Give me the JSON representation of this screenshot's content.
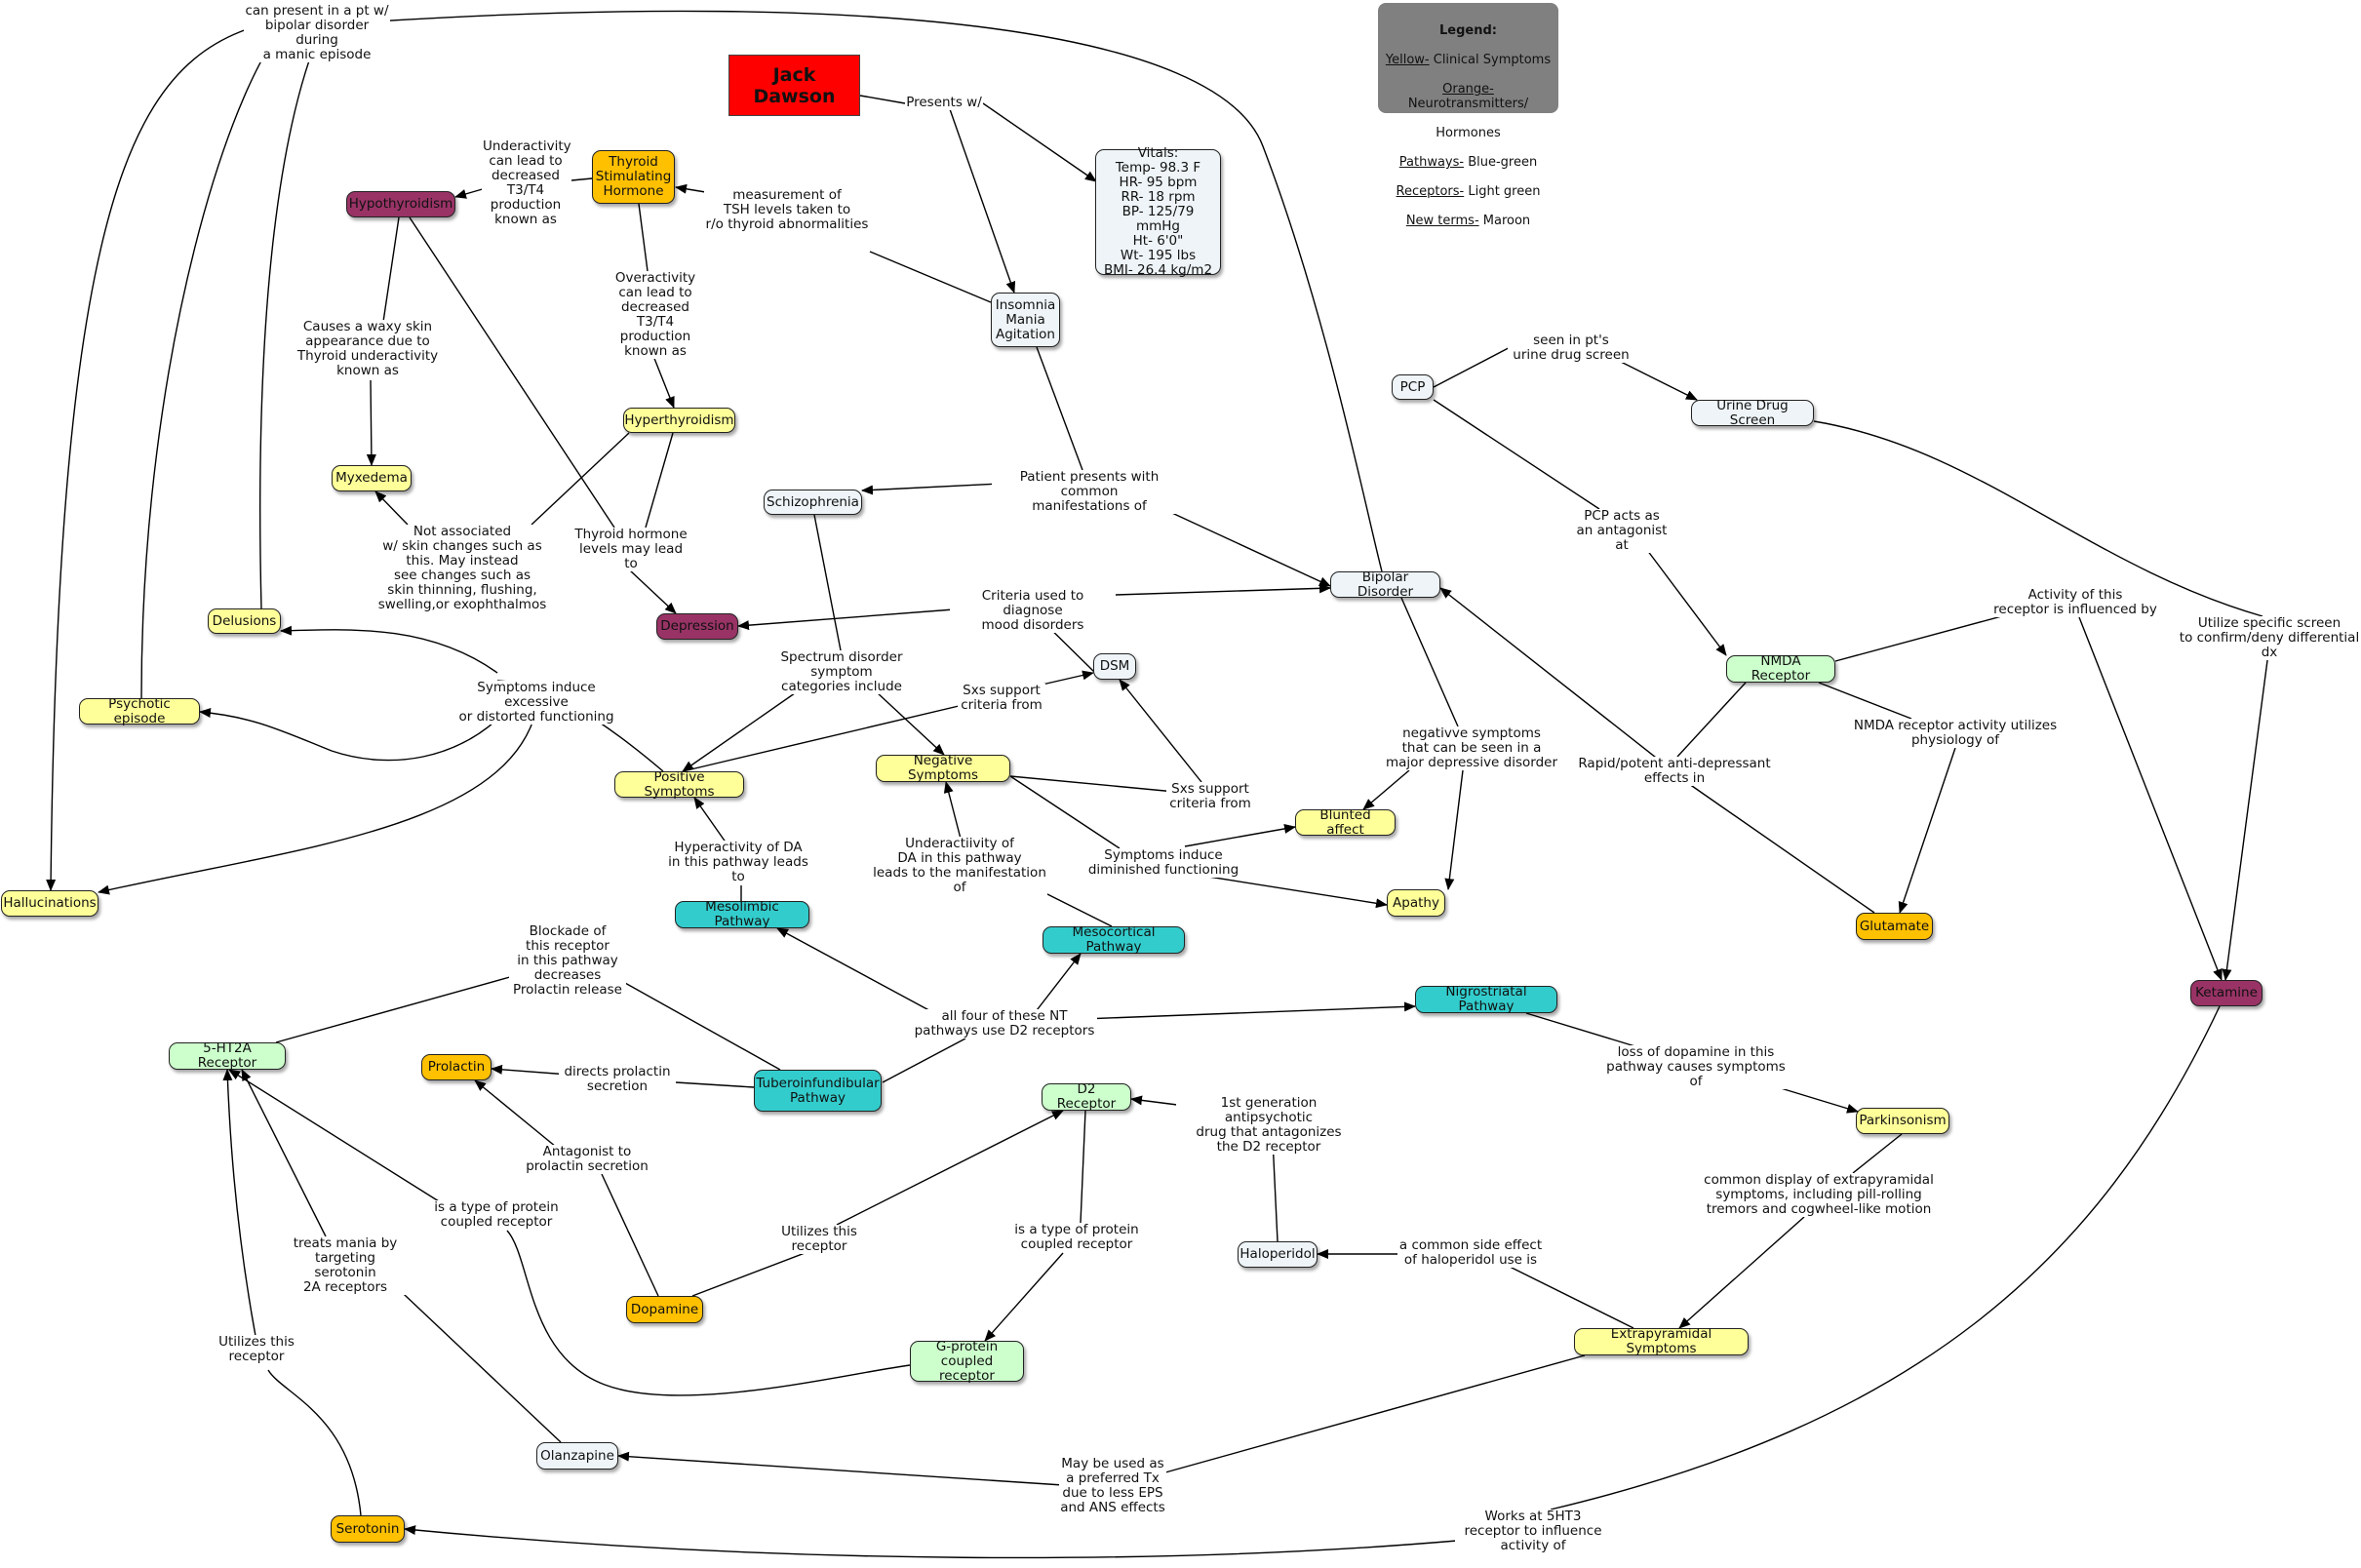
{
  "colors": {
    "clinical": "#ffff99",
    "hormone": "#ffc000",
    "pathway": "#33cccc",
    "receptor": "#ccffcc",
    "newterm": "#993366",
    "neutral": "#eef4f7",
    "title": "#ff0000",
    "legend_bg": "#808080",
    "edge": "#000000"
  },
  "legend": {
    "title": "Legend:",
    "rows": [
      {
        "key": "Yellow-",
        "text": " Clinical Symptoms"
      },
      {
        "key": "Orange-",
        "text": " Neurotransmitters/"
      },
      {
        "key": "",
        "text": "Hormones"
      },
      {
        "key": "Pathways-",
        "text": " Blue-green"
      },
      {
        "key": "Receptors-",
        "text": " Light green"
      },
      {
        "key": "New terms-",
        "text": " Maroon"
      }
    ]
  },
  "nodes": [
    {
      "id": "jack",
      "text": "Jack\nDawson",
      "cat": "title"
    },
    {
      "id": "vitals",
      "text": "Vitals:\nTemp- 98.3 F\nHR- 95 bpm\nRR- 18 rpm\nBP- 125/79 mmHg\nHt- 6'0\"\nWt- 195 lbs\nBMI- 26.4 kg/m2",
      "cat": "neutral"
    },
    {
      "id": "tsh",
      "text": "Thyroid\nStimulating\nHormone",
      "cat": "hormone"
    },
    {
      "id": "hypothyroidism",
      "text": "Hypothyroidism",
      "cat": "newterm"
    },
    {
      "id": "insomnia",
      "text": "Insomnia\nMania\nAgitation",
      "cat": "neutral"
    },
    {
      "id": "hyperthyroidism",
      "text": "Hyperthyroidism",
      "cat": "clinical"
    },
    {
      "id": "myxedema",
      "text": "Myxedema",
      "cat": "clinical"
    },
    {
      "id": "schizophrenia",
      "text": "Schizophrenia",
      "cat": "neutral"
    },
    {
      "id": "pcp",
      "text": "PCP",
      "cat": "neutral"
    },
    {
      "id": "uds",
      "text": "Urine Drug Screen",
      "cat": "neutral"
    },
    {
      "id": "bipolar",
      "text": "Bipolar Disorder",
      "cat": "neutral"
    },
    {
      "id": "delusions",
      "text": "Delusions",
      "cat": "clinical"
    },
    {
      "id": "depression",
      "text": "Depression",
      "cat": "newterm"
    },
    {
      "id": "dsm",
      "text": "DSM",
      "cat": "neutral"
    },
    {
      "id": "nmda",
      "text": "NMDA Receptor",
      "cat": "receptor"
    },
    {
      "id": "psychotic",
      "text": "Psychotic episode",
      "cat": "clinical"
    },
    {
      "id": "positive",
      "text": "Positive Symptoms",
      "cat": "clinical"
    },
    {
      "id": "negative",
      "text": "Negative Symptoms",
      "cat": "clinical"
    },
    {
      "id": "blunted",
      "text": "Blunted affect",
      "cat": "clinical"
    },
    {
      "id": "hallucinations",
      "text": "Hallucinations",
      "cat": "clinical"
    },
    {
      "id": "mesolimbic",
      "text": "Mesolimbic Pathway",
      "cat": "pathway"
    },
    {
      "id": "apathy",
      "text": "Apathy",
      "cat": "clinical"
    },
    {
      "id": "glutamate",
      "text": "Glutamate",
      "cat": "hormone"
    },
    {
      "id": "mesocortical",
      "text": "Mesocortical Pathway",
      "cat": "pathway"
    },
    {
      "id": "ketamine",
      "text": "Ketamine",
      "cat": "newterm"
    },
    {
      "id": "nigrostriatal",
      "text": "Nigrostriatal Pathway",
      "cat": "pathway"
    },
    {
      "id": "ht2a",
      "text": "5-HT2A Receptor",
      "cat": "receptor"
    },
    {
      "id": "prolactin",
      "text": "Prolactin",
      "cat": "hormone"
    },
    {
      "id": "tubero",
      "text": "Tuberoinfundibular\nPathway",
      "cat": "pathway"
    },
    {
      "id": "d2",
      "text": "D2 Receptor",
      "cat": "receptor"
    },
    {
      "id": "parkinsonism",
      "text": "Parkinsonism",
      "cat": "clinical"
    },
    {
      "id": "haloperidol",
      "text": "Haloperidol",
      "cat": "neutral"
    },
    {
      "id": "dopamine",
      "text": "Dopamine",
      "cat": "hormone"
    },
    {
      "id": "eps",
      "text": "Extrapyramidal Symptoms",
      "cat": "clinical"
    },
    {
      "id": "gprotein",
      "text": "G-protein\ncoupled receptor",
      "cat": "receptor"
    },
    {
      "id": "olanzapine",
      "text": "Olanzapine",
      "cat": "neutral"
    },
    {
      "id": "serotonin",
      "text": "Serotonin",
      "cat": "hormone"
    }
  ],
  "labels": [
    {
      "id": "l_manic",
      "text": "can present in a pt w/\nbipolar disorder during\na manic episode"
    },
    {
      "id": "l_presents",
      "text": "Presents w/"
    },
    {
      "id": "l_under_tsh",
      "text": "Underactivity\ncan lead to\ndecreased\nT3/T4\nproduction\nknown as"
    },
    {
      "id": "l_measure",
      "text": "measurement of\nTSH levels taken to\nr/o thyroid abnormalities"
    },
    {
      "id": "l_over_tsh",
      "text": "Overactivity\ncan lead to\ndecreased\nT3/T4\nproduction\nknown as"
    },
    {
      "id": "l_waxy",
      "text": "Causes a waxy skin\nappearance due to\nThyroid underactivity\nknown as"
    },
    {
      "id": "l_seen",
      "text": "seen in pt's\nurine drug screen"
    },
    {
      "id": "l_common",
      "text": "Patient presents with common\nmanifestations of"
    },
    {
      "id": "l_pcp_ant",
      "text": "PCP acts as\nan antagonist at"
    },
    {
      "id": "l_notassoc",
      "text": "Not associated\nw/ skin changes such as\nthis. May instead\nsee changes such as\nskin thinning, flushing,\nswelling,or exophthalmos"
    },
    {
      "id": "l_thyroid_dep",
      "text": "Thyroid hormone\nlevels may lead\nto"
    },
    {
      "id": "l_criteria",
      "text": "Criteria used to diagnose\nmood disorders"
    },
    {
      "id": "l_activity",
      "text": "Activity of this\nreceptor is influenced by"
    },
    {
      "id": "l_utilize",
      "text": "Utilize specific screen\nto confirm/deny differential dx"
    },
    {
      "id": "l_spectrum",
      "text": "Spectrum disorder symptom\ncategories include"
    },
    {
      "id": "l_excessive",
      "text": "Symptoms induce excessive\nor distorted functioning"
    },
    {
      "id": "l_sxs1",
      "text": "Sxs support\ncriteria from"
    },
    {
      "id": "l_negdep",
      "text": "negativve symptoms\nthat can be seen in a\nmajor depressive disorder"
    },
    {
      "id": "l_nmda_phys",
      "text": "NMDA receptor activity utilizes\nphysiology of"
    },
    {
      "id": "l_rapid",
      "text": "Rapid/potent anti-depressant\neffects in"
    },
    {
      "id": "l_sxs2",
      "text": "Sxs support\ncriteria from"
    },
    {
      "id": "l_hyperDA",
      "text": "Hyperactivity of DA\nin this pathway leads\nto"
    },
    {
      "id": "l_underDA",
      "text": "Underactiivity of\nDA in this pathway\nleads to the manifestation\nof"
    },
    {
      "id": "l_diminished",
      "text": "Symptoms induce\ndiminished functioning"
    },
    {
      "id": "l_blockade",
      "text": "Blockade of\nthis receptor\nin this pathway\ndecreases\nProlactin release"
    },
    {
      "id": "l_allfour",
      "text": "all four of these NT\npathways use D2 receptors"
    },
    {
      "id": "l_lossDA",
      "text": "loss of dopamine in this\npathway causes symptoms of"
    },
    {
      "id": "l_directs",
      "text": "directs prolactin\nsecretion"
    },
    {
      "id": "l_firstgen",
      "text": "1st generation antipsychotic\ndrug that antagonizes\nthe D2 receptor"
    },
    {
      "id": "l_antag_prol",
      "text": "Antagonist to\nprolactin secretion"
    },
    {
      "id": "l_epsdisp",
      "text": "common display of extrapyramidal\nsymptoms, including pill-rolling\ntremors and cogwheel-like motion"
    },
    {
      "id": "l_gpc1",
      "text": "is a type of protein\ncoupled receptor"
    },
    {
      "id": "l_utilrec",
      "text": "Utilizes this receptor"
    },
    {
      "id": "l_gpc2",
      "text": "is a type of protein\ncoupled receptor"
    },
    {
      "id": "l_treats",
      "text": "treats mania by\ntargeting serotonin\n2A receptors"
    },
    {
      "id": "l_sidefx",
      "text": "a common side effect\nof haloperidol use is"
    },
    {
      "id": "l_util_ser",
      "text": "Utilizes this\nreceptor"
    },
    {
      "id": "l_preferred",
      "text": "May be used as\na preferred Tx\ndue to less EPS\nand ANS effects"
    },
    {
      "id": "l_5ht3",
      "text": "Works at 5HT3\nreceptor to influence\nactivity of"
    }
  ]
}
